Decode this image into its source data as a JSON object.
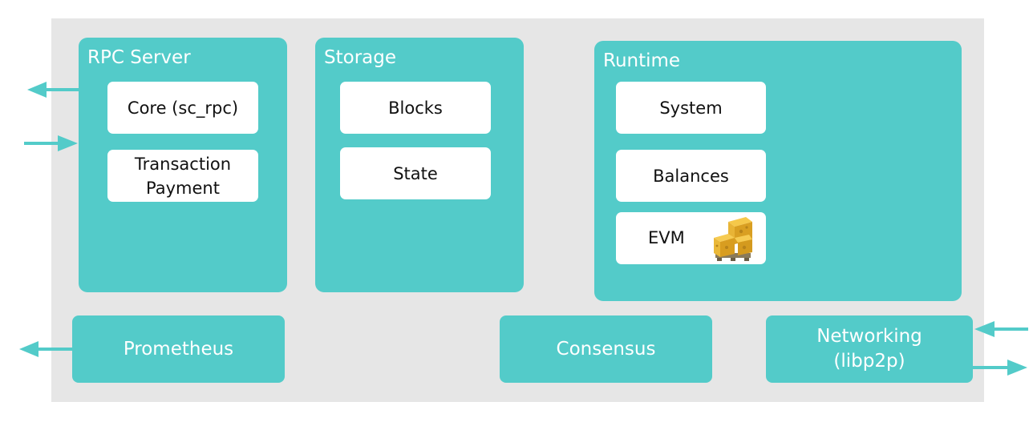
{
  "diagram": {
    "rpc_server": {
      "title": "RPC Server",
      "items": [
        "Core (sc_rpc)",
        "Transaction\nPayment"
      ]
    },
    "storage": {
      "title": "Storage",
      "items": [
        "Blocks",
        "State"
      ]
    },
    "runtime": {
      "title": "Runtime",
      "items": [
        "System",
        "Balances",
        "EVM"
      ],
      "evm_icon": "cheese-crate-icon"
    },
    "bottom": {
      "prometheus": "Prometheus",
      "consensus": "Consensus",
      "networking": "Networking\n(libp2p)"
    },
    "colors": {
      "panel": "#53cbc9",
      "background": "#e6e6e6",
      "card": "#ffffff",
      "arrow": "#53cbc9"
    }
  }
}
